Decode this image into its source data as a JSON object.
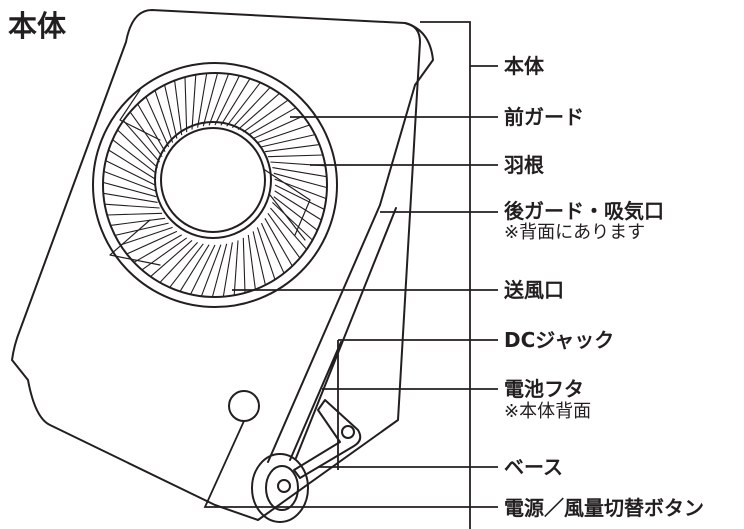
{
  "title": "本体",
  "labels": [
    {
      "id": "body",
      "text": "本体"
    },
    {
      "id": "front-guard",
      "text": "前ガード"
    },
    {
      "id": "blades",
      "text": "羽根"
    },
    {
      "id": "rear-guard",
      "text": "後ガード・吸気口",
      "note": "※背面にあります"
    },
    {
      "id": "outlet",
      "text": "送風口"
    },
    {
      "id": "dc-jack",
      "text": "DCジャック"
    },
    {
      "id": "battery-cover",
      "text": "電池フタ",
      "note": "※本体背面"
    },
    {
      "id": "base",
      "text": "ベース"
    },
    {
      "id": "power-button",
      "text": "電源／風量切替ボタン"
    }
  ],
  "colors": {
    "line": "#231f20",
    "background": "#ffffff"
  }
}
